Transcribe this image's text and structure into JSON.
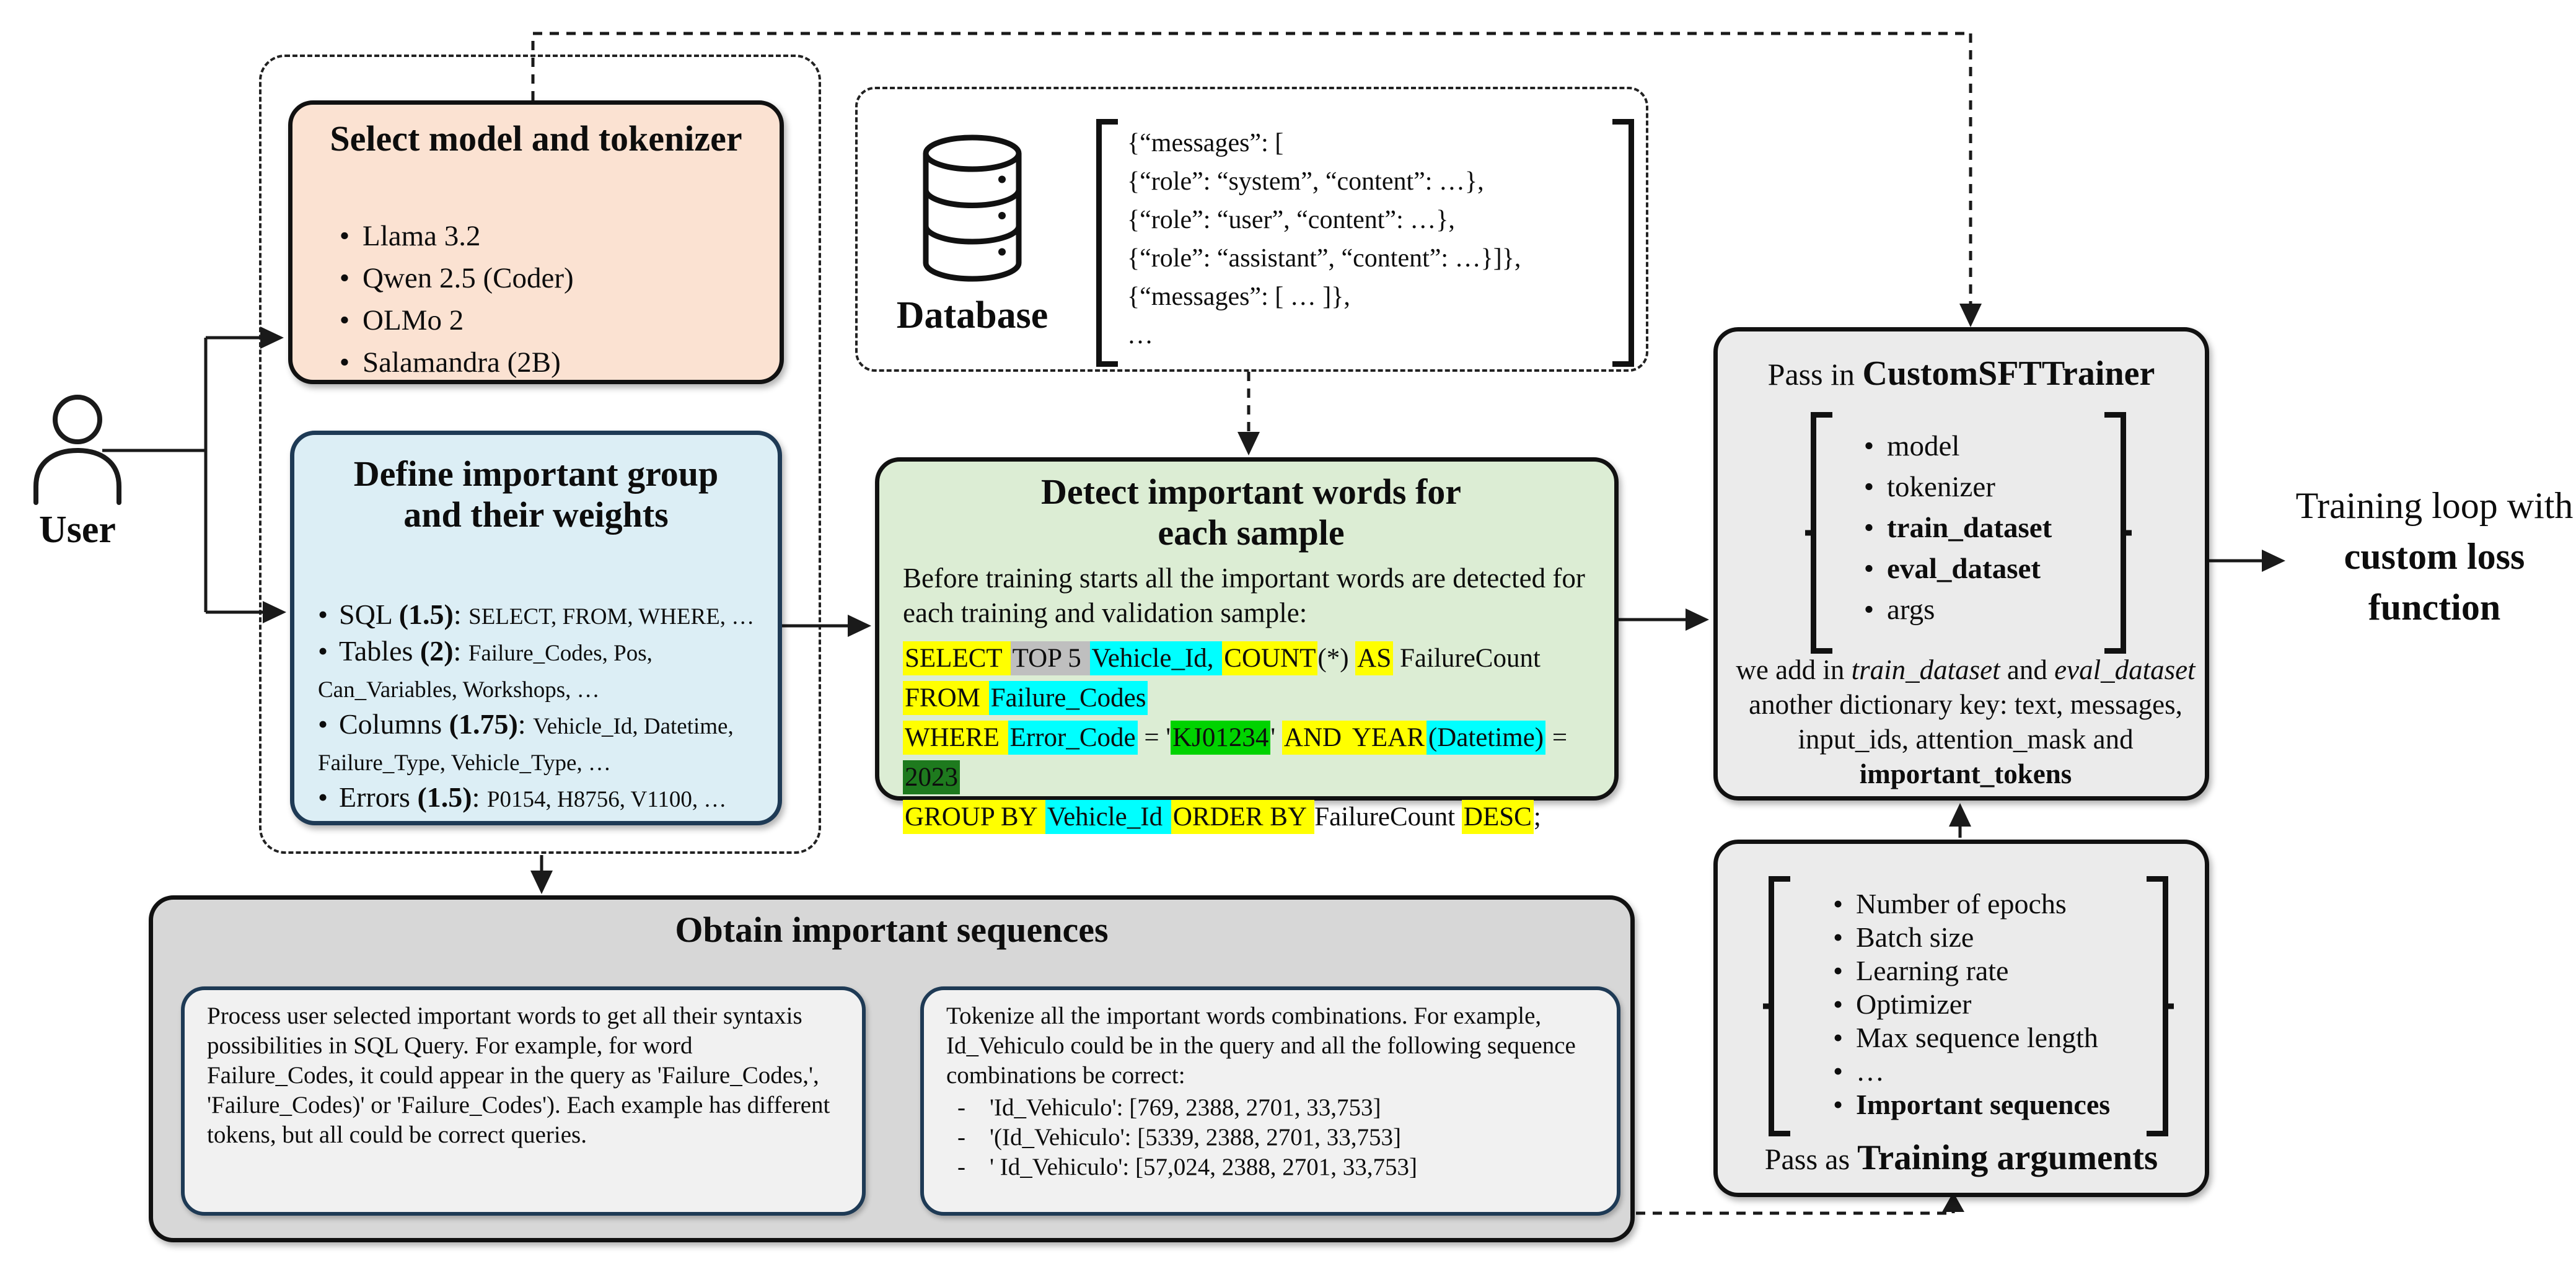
{
  "colors": {
    "peach_fill": "#fbe2d2",
    "blue_fill": "#dceef5",
    "green_fill": "#dcedd4",
    "gray_fill": "#ebebeb",
    "outer_gray_fill": "#d7d7d7",
    "inner_fill": "#f1f1f1",
    "navy_border": "#1e3a55",
    "hl_yellow": "#ffff00",
    "hl_gray": "#bfbfbf",
    "hl_cyan": "#00ffff",
    "hl_green": "#00d300",
    "hl_dark_green": "#1e7a1e"
  },
  "user": {
    "label": "User"
  },
  "select_model_box": {
    "title": "Select model and tokenizer",
    "items": [
      "Llama 3.2",
      "Qwen 2.5 (Coder)",
      "OLMo 2",
      "Salamandra (2B)"
    ]
  },
  "weights_box": {
    "title": "Define important group and their weights",
    "items": [
      {
        "segments": [
          {
            "t": "SQL ",
            "s": "n"
          },
          {
            "t": "(1.5)",
            "s": "b"
          },
          {
            "t": ": ",
            "s": "n"
          },
          {
            "t": "SELECT, FROM, WHERE, …",
            "s": "sm"
          }
        ]
      },
      {
        "segments": [
          {
            "t": "Tables ",
            "s": "n"
          },
          {
            "t": "(2)",
            "s": "b"
          },
          {
            "t": ": ",
            "s": "n"
          },
          {
            "t": "Failure_Codes, Pos, Can_Variables, Workshops, …",
            "s": "sm"
          }
        ]
      },
      {
        "segments": [
          {
            "t": "Columns ",
            "s": "n"
          },
          {
            "t": "(1.75)",
            "s": "b"
          },
          {
            "t": ": ",
            "s": "n"
          },
          {
            "t": "Vehicle_Id, Datetime, Failure_Type, Vehicle_Type, …",
            "s": "sm"
          }
        ]
      },
      {
        "segments": [
          {
            "t": "Errors ",
            "s": "n"
          },
          {
            "t": "(1.5)",
            "s": "b"
          },
          {
            "t": ": ",
            "s": "n"
          },
          {
            "t": "P0154, H8756, V1100, …",
            "s": "sm"
          }
        ]
      }
    ]
  },
  "database": {
    "label": "Database",
    "icon": "database-cylinder-icon",
    "lines": [
      "{“messages”: [",
      "{“role”: “system”, “content”: …},",
      "{“role”: “user”, “content”: …},",
      "{“role”: “assistant”, “content”: …}]},",
      "{“messages”: [ … ]},",
      "…"
    ]
  },
  "detect_box": {
    "title": "Detect important words for each sample",
    "intro": "Before training starts all the important words are detected for each training and validation sample:",
    "sql_lines": [
      [
        {
          "t": "SELECT ",
          "s": "y"
        },
        {
          "t": "TOP 5 ",
          "s": "g"
        },
        {
          "t": "Vehicle_Id, ",
          "s": "c"
        },
        {
          "t": "COUNT",
          "s": "y"
        },
        {
          "t": "(*) ",
          "s": "n"
        },
        {
          "t": "AS",
          "s": "y"
        },
        {
          "t": " FailureCount",
          "s": "n"
        }
      ],
      [
        {
          "t": "FROM ",
          "s": "y"
        },
        {
          "t": "Failure_Codes",
          "s": "c"
        }
      ],
      [
        {
          "t": "WHERE ",
          "s": "y"
        },
        {
          "t": "Error_Code",
          "s": "c"
        },
        {
          "t": " = '",
          "s": "n"
        },
        {
          "t": "KJ01234",
          "s": "gr"
        },
        {
          "t": "' ",
          "s": "n"
        },
        {
          "t": "AND ",
          "s": "y"
        },
        {
          "t": "YEAR",
          "s": "y"
        },
        {
          "t": "(Datetime)",
          "s": "c"
        },
        {
          "t": " = ",
          "s": "n"
        },
        {
          "t": "2023",
          "s": "dg"
        }
      ],
      [
        {
          "t": "GROUP BY ",
          "s": "y"
        },
        {
          "t": "Vehicle_Id ",
          "s": "c"
        },
        {
          "t": "ORDER BY ",
          "s": "y"
        },
        {
          "t": "FailureCount ",
          "s": "n"
        },
        {
          "t": "DESC",
          "s": "y"
        },
        {
          "t": ";",
          "s": "n"
        }
      ]
    ]
  },
  "trainer_box": {
    "title_prefix": "Pass in ",
    "title": "CustomSFTTrainer",
    "items": [
      {
        "t": "model",
        "s": "n"
      },
      {
        "t": "tokenizer",
        "s": "n"
      },
      {
        "t": "train_dataset",
        "s": "b"
      },
      {
        "t": "eval_dataset",
        "s": "b"
      },
      {
        "t": "args",
        "s": "n"
      }
    ],
    "note_segments": [
      {
        "t": "we add in ",
        "s": "n"
      },
      {
        "t": "train_dataset",
        "s": "i"
      },
      {
        "t": " and ",
        "s": "n"
      },
      {
        "t": "eval_dataset",
        "s": "i"
      },
      {
        "t": " another dictionary key: text, messages, input_ids, attention_mask and ",
        "s": "n"
      },
      {
        "t": "important_tokens",
        "s": "b"
      }
    ]
  },
  "args_box": {
    "items": [
      {
        "t": "Number of epochs",
        "s": "n"
      },
      {
        "t": "Batch size",
        "s": "n"
      },
      {
        "t": "Learning rate",
        "s": "n"
      },
      {
        "t": "Optimizer",
        "s": "n"
      },
      {
        "t": "Max sequence length",
        "s": "n"
      },
      {
        "t": "…",
        "s": "n"
      },
      {
        "t": "Important sequences",
        "s": "b"
      }
    ],
    "footer_prefix": "Pass as ",
    "footer": "Training arguments"
  },
  "obtain_box": {
    "title": "Obtain important sequences",
    "left_text": "Process user selected important words to get all their syntaxis possibilities in SQL Query. For example, for word Failure_Codes, it could appear in the query as 'Failure_Codes,', 'Failure_Codes)' or 'Failure_Codes'). Each example has different tokens, but all could be correct queries.",
    "right_intro": "Tokenize all the important words combinations. For example, Id_Vehiculo could be in the query and all the following sequence combinations be correct:",
    "right_items": [
      "'Id_Vehiculo': [769, 2388, 2701, 33,753]",
      "'(Id_Vehiculo': [5339, 2388, 2701, 33,753]",
      "' Id_Vehiculo': [57,024, 2388, 2701, 33,753]"
    ]
  },
  "output_text": {
    "segments": [
      {
        "t": "Training loop with ",
        "s": "n"
      },
      {
        "t": "custom loss function",
        "s": "b"
      }
    ]
  }
}
